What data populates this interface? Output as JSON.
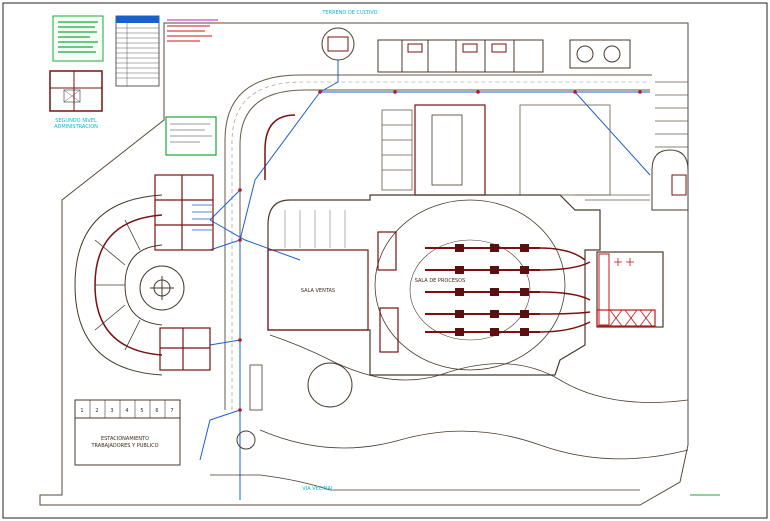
{
  "drawing": {
    "top_label": "TERRENO DE CULTIVO",
    "bottom_label": "VIA VECINAL",
    "admin_caption_1": "SEGUNDO NIVEL",
    "admin_caption_2": "ADMINISTRACION",
    "parking_caption_1": "ESTACIONAMIENTO",
    "parking_caption_2": "TRABAJADORES Y PUBLICO",
    "main_hall_label": "SALA VENTAS",
    "process_label": "SALA DE PROCESOS",
    "parking_stalls": [
      "1",
      "2",
      "3",
      "4",
      "5",
      "6",
      "7"
    ]
  },
  "colors": {
    "wall": "#7a1010",
    "pipe": "#1a5fd0",
    "accent_green": "#18a83a",
    "text_cyan": "#00bcd4",
    "outline": "#4a3a2a"
  }
}
